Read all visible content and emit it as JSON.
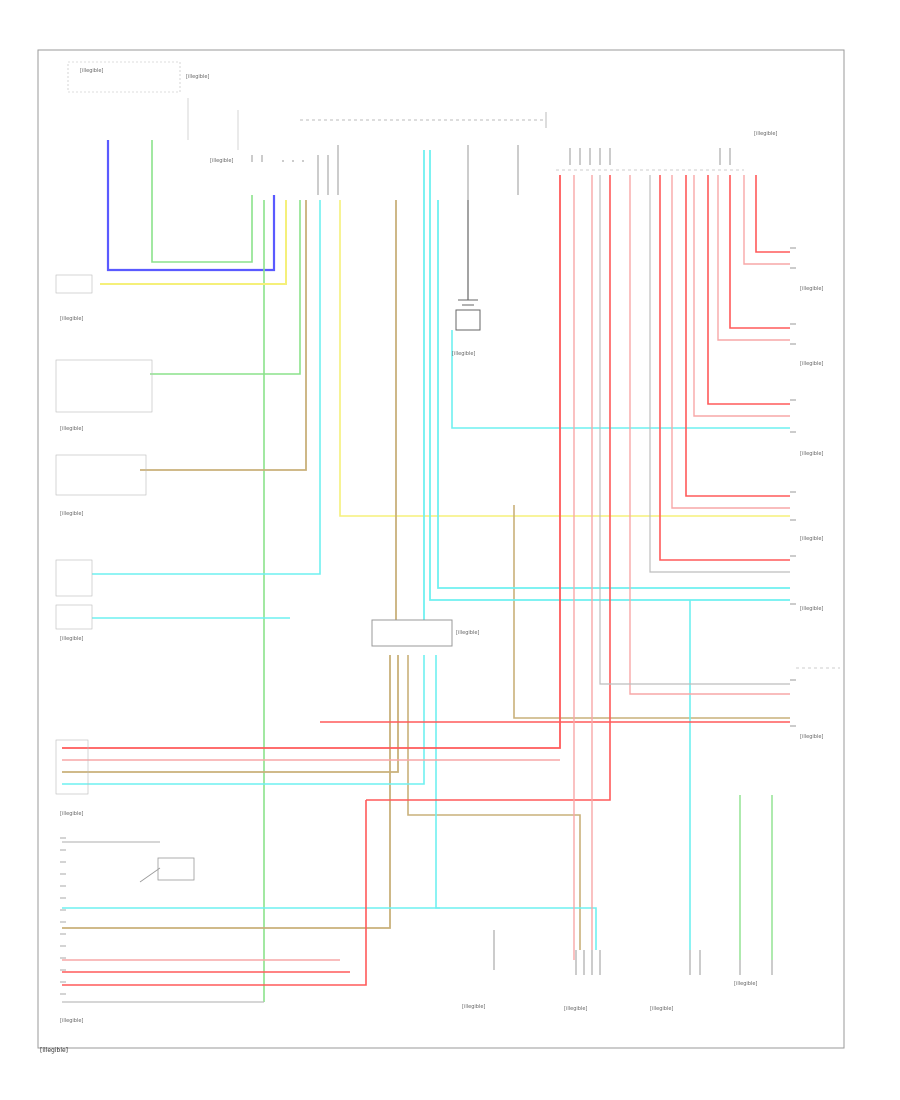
{
  "diagram": {
    "footer_code": "[illegible]",
    "components": [
      {
        "id": "mid_ecu",
        "label": "[illegible]"
      },
      {
        "id": "mode_ctrl_unit",
        "label": "[illegible]"
      },
      {
        "id": "mode_switch_1",
        "label": "[illegible]"
      },
      {
        "id": "mode_switch_2",
        "label": "[illegible]"
      },
      {
        "id": "mode_switch_3",
        "label": "[illegible]"
      },
      {
        "id": "mode_switch_4",
        "label": "[illegible]"
      },
      {
        "id": "amp_top",
        "label": "[illegible]"
      },
      {
        "id": "ground_label",
        "label": "[illegible]"
      },
      {
        "id": "right_conn_1",
        "label": "[illegible]"
      },
      {
        "id": "right_conn_2",
        "label": "[illegible]"
      },
      {
        "id": "right_conn_3",
        "label": "[illegible]"
      },
      {
        "id": "right_conn_4",
        "label": "[illegible]"
      },
      {
        "id": "right_conn_5",
        "label": "[illegible]"
      },
      {
        "id": "right_conn_6",
        "label": "[illegible]"
      },
      {
        "id": "right_conn_7",
        "label": "[illegible]"
      },
      {
        "id": "center_splice",
        "label": "[illegible]"
      },
      {
        "id": "bottom_left_conn",
        "label": "[illegible]"
      },
      {
        "id": "bottom_ecu",
        "label": "[illegible]"
      },
      {
        "id": "bottom_c1",
        "label": "[illegible]"
      },
      {
        "id": "bottom_c2",
        "label": "[illegible]"
      },
      {
        "id": "bottom_c3",
        "label": "[illegible]"
      },
      {
        "id": "bottom_c4",
        "label": "[illegible]"
      }
    ],
    "wire_colors": {
      "blue": "#5a5aff",
      "green": "#8be28b",
      "yellow": "#f5f07a",
      "cyan": "#6ff0f0",
      "red": "#ff5a5a",
      "pink": "#f7a7a7",
      "tan": "#c9b07a",
      "gray": "#bdbdbd",
      "black": "#666666"
    }
  }
}
